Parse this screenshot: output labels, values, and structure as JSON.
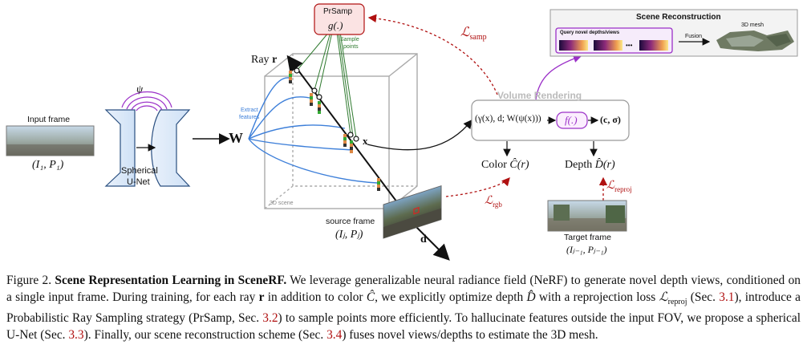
{
  "figure": {
    "input": {
      "label": "Input frame",
      "pose": "(I₁, P₁)"
    },
    "unet": {
      "psi": "ψ",
      "label_line1": "Spherical",
      "label_line2": "U-Net"
    },
    "features": {
      "w": "W",
      "extract_line1": "Extract",
      "extract_line2": "features"
    },
    "ray": {
      "label": "Ray",
      "symbol": "r",
      "x": "x",
      "d": "d"
    },
    "scene_label": "3D scene",
    "prsamp": {
      "title": "PrSamp",
      "fn": "g(.)",
      "sample_line1": "Sample",
      "sample_line2": "points"
    },
    "loss_samp": {
      "L": "ℒ",
      "sub": "samp"
    },
    "loss_rgb": {
      "L": "ℒ",
      "sub": "rgb"
    },
    "loss_reproj": {
      "L": "ℒ",
      "sub": "reproj"
    },
    "volume": {
      "title": "Volume Rendering",
      "input": "(γ(x), d; W(ψ(x)))",
      "fn": "f(.)",
      "output": "(c, σ)"
    },
    "color": {
      "label": "Color",
      "symbol": "Ĉ(r)"
    },
    "depth": {
      "label": "Depth",
      "symbol": "D̂(r)"
    },
    "source": {
      "label": "source frame",
      "pose": "(Iⱼ, Pⱼ)"
    },
    "target": {
      "label": "Target frame",
      "pose": "(Iⱼ₋₁, Pⱼ₋₁)"
    },
    "recon": {
      "title": "Scene Reconstruction",
      "query": "Query novel depths/views",
      "dots": "•••",
      "fusion": "Fusion",
      "mesh": "3D mesh"
    },
    "colors": {
      "red": "#b01010",
      "blue": "#3d7fd9",
      "green": "#2f7a2f",
      "purple": "#9b30c8",
      "prsamp_fill": "#fbe3e3"
    }
  },
  "caption": {
    "figure_no": "Figure 2.",
    "title": "Scene Representation Learning in SceneRF.",
    "t1": " We leverage generalizable neural radiance field (NeRF) to generate novel depth views, conditioned on a single input frame. During training, for each ray ",
    "r": "r",
    "t2": " in addition to color ",
    "c_hat": "Ĉ",
    "t3": ", we explicitly optimize depth ",
    "d_hat": "D̂",
    "t4": " with a reprojection loss ",
    "l_reproj": "ℒ",
    "l_reproj_sub": "reproj",
    "t5": " (Sec. ",
    "ref1": "3.1",
    "t6": "), introduce a Probabilistic Ray Sampling strategy (PrSamp, Sec. ",
    "ref2": "3.2",
    "t7": ") to sample points more efficiently. To hallucinate features outside the input FOV, we propose a spherical U-Net (Sec. ",
    "ref3": "3.3",
    "t8": "). Finally, our scene reconstruction scheme (Sec. ",
    "ref4": "3.4",
    "t9": ") fuses novel views/depths to estimate the 3D mesh."
  }
}
